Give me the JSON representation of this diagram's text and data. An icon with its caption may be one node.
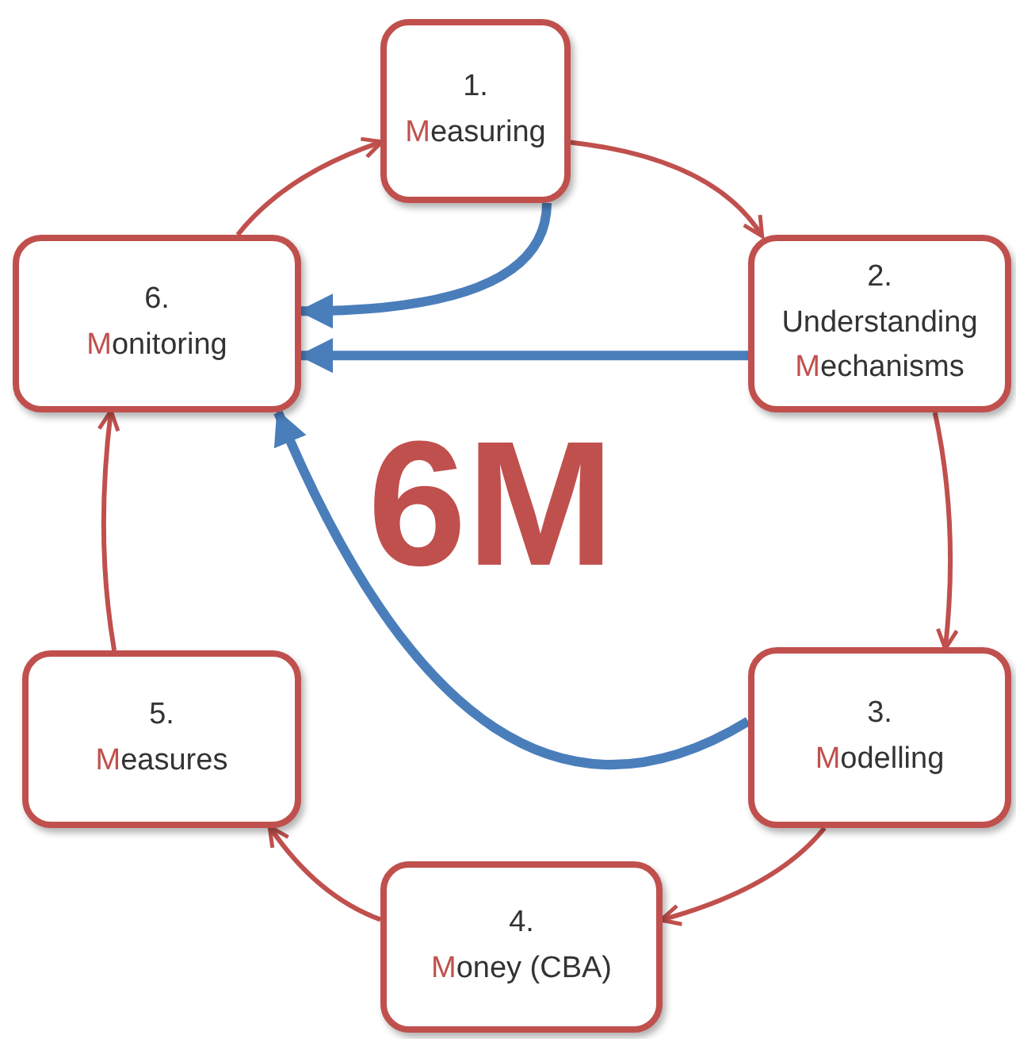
{
  "diagram": {
    "nodes": [
      {
        "text": [
          "1.",
          "Measuring"
        ]
      },
      {
        "text": [
          "2.",
          "Understanding",
          "Mechanisms"
        ]
      },
      {
        "text": [
          "3.",
          "Modelling"
        ]
      },
      {
        "text": [
          "4.",
          "Money (CBA)"
        ]
      },
      {
        "text": [
          "5.",
          "Measures"
        ]
      },
      {
        "text": [
          "6.",
          "Monitoring"
        ]
      }
    ],
    "edges": [
      {
        "from": 5,
        "to": 0,
        "arrow": "to"
      },
      {
        "from": 0,
        "to": 1,
        "arrow": "to"
      },
      {
        "from": 1,
        "to": 2,
        "arrow": "to"
      },
      {
        "from": 2,
        "to": 3,
        "arrow": "to"
      },
      {
        "from": 3,
        "to": 4,
        "arrow": "to"
      },
      {
        "from": 4,
        "to": 5,
        "arrow": "to"
      },
      {
        "from": 0,
        "to": 5,
        "arrow": "to",
        "style": "thick",
        "color": "#4a7ebb"
      },
      {
        "from": 1,
        "to": 5,
        "arrow": "to",
        "style": "thick",
        "color": "#4a7ebb"
      },
      {
        "from": 2,
        "to": 5,
        "arrow": "to",
        "style": "thick",
        "color": "#4a7ebb"
      }
    ],
    "labels": [
      "6M"
    ]
  }
}
